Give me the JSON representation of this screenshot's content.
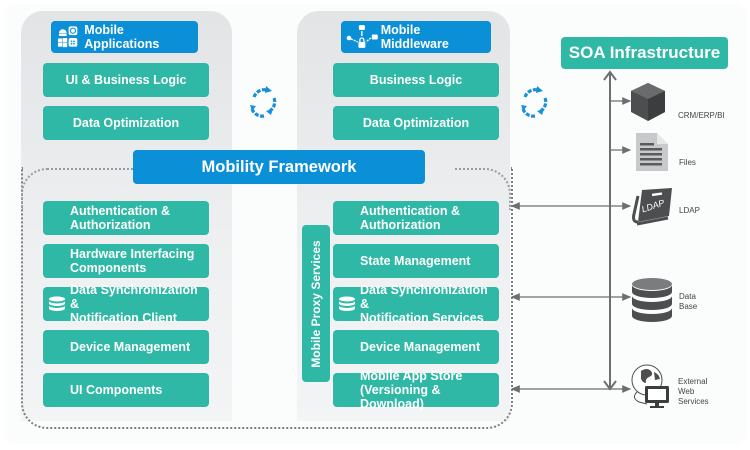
{
  "mobile_applications": {
    "header": "Mobile Applications",
    "header_icons": [
      "android-icon",
      "blackberry-icon",
      "windows-icon",
      "bb-messenger-icon"
    ],
    "top_boxes": [
      "UI & Business Logic",
      "Data Optimization"
    ],
    "framework_boxes": [
      {
        "line1": "Authentication &",
        "line2": "Authorization"
      },
      {
        "line1": "Hardware Interfacing",
        "line2": "Components"
      },
      {
        "line1": "Data Synchronization &",
        "line2": "Notification Client",
        "icon": "database-icon"
      },
      {
        "line1": "Device Management",
        "line2": ""
      },
      {
        "line1": "UI Components",
        "line2": ""
      }
    ]
  },
  "mobile_middleware": {
    "header": "Mobile Middleware",
    "header_icons": [
      "network-hub-icon",
      "lock-icon"
    ],
    "top_boxes": [
      "Business Logic",
      "Data Optimization"
    ],
    "proxy_label": "Mobile Proxy Services",
    "framework_boxes": [
      {
        "line1": "Authentication &",
        "line2": "Authorization"
      },
      {
        "line1": "State Management",
        "line2": ""
      },
      {
        "line1": "Data Synchronization &",
        "line2": "Notification Services",
        "icon": "database-icon"
      },
      {
        "line1": "Device Management",
        "line2": ""
      },
      {
        "line1": "Mobile App Store",
        "line2": "(Versioning & Download)"
      }
    ]
  },
  "mobility_framework": "Mobility Framework",
  "soa": {
    "title": "SOA Infrastructure",
    "resources": [
      {
        "icon": "cube-icon",
        "label": "CRM/ERP/BI"
      },
      {
        "icon": "file-icon",
        "label": "Files"
      },
      {
        "icon": "ldap-book-icon",
        "label": "LDAP",
        "book_text": "LDAP"
      },
      {
        "icon": "database-icon",
        "label": "Data\nBase",
        "l1": "Data",
        "l2": "Base"
      },
      {
        "icon": "globe-monitor-icon",
        "label": "External Web Services",
        "l1": "External",
        "l2": "Web",
        "l3": "Services"
      }
    ]
  },
  "colors": {
    "teal": "#2fb8a5",
    "blue": "#0b8fd6",
    "gray_icon": "#58595b"
  }
}
